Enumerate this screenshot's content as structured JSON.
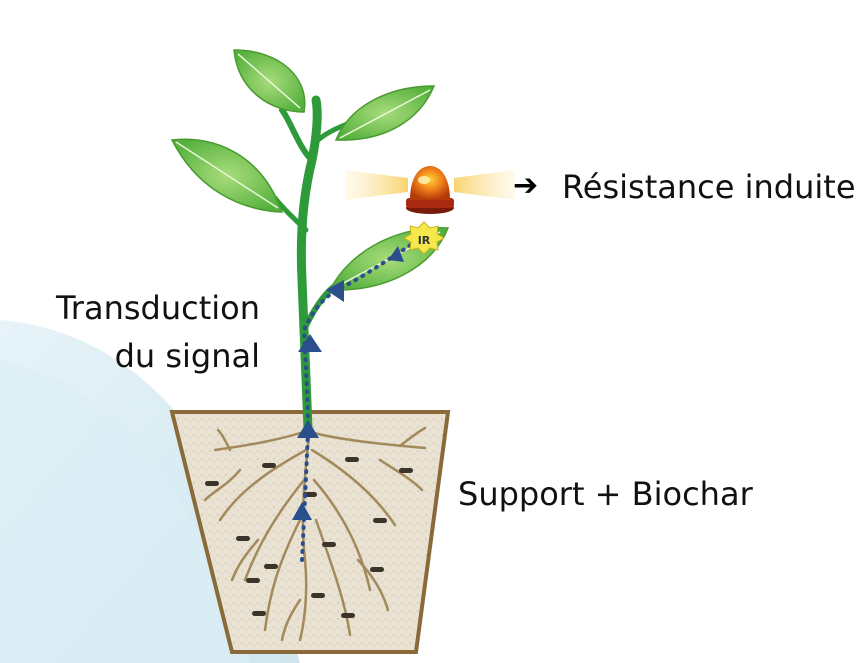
{
  "labels": {
    "transduction_line1": "Transduction",
    "transduction_line2": "du signal",
    "resistance": "Résistance induite",
    "support": "Support + Biochar",
    "ir_badge": "IR"
  },
  "icons": {
    "arrow": "thick-right-arrow",
    "beacon": "orange-alarm-beacon",
    "plant": "green-plant",
    "pot": "soil-pot"
  },
  "colors": {
    "leaf": "#6cc24a",
    "stem": "#2e9a3a",
    "signal": "#2b4f8c",
    "soil": "#e8e0cf",
    "pot_rim": "#8a6a3a",
    "root": "#a08858",
    "beacon": "#e86a10",
    "badge": "#f5e84a",
    "background_swoosh": "#d7ecf4"
  }
}
